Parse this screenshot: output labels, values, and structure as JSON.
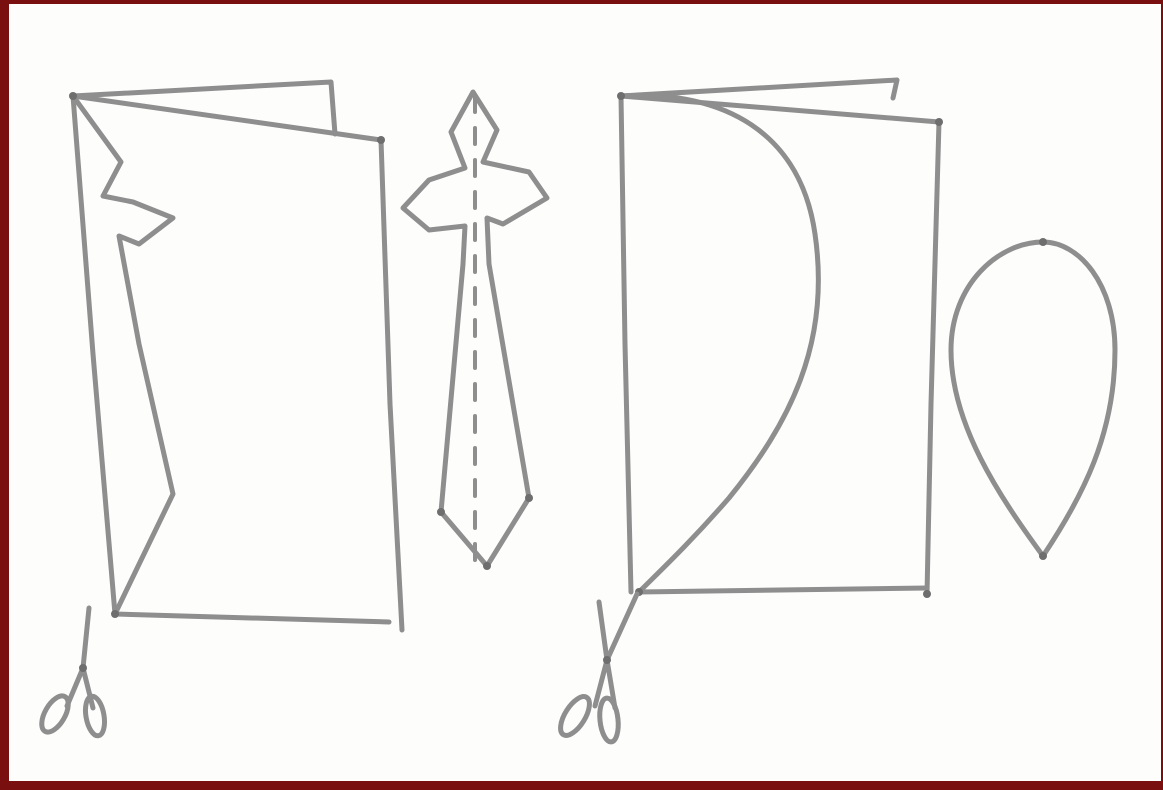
{
  "figure": {
    "panels": [
      {
        "id": "tie",
        "folded_sheet": "folded-paper-tie",
        "cut_shape": "tie-shape",
        "tool": "scissors-icon"
      },
      {
        "id": "drop",
        "folded_sheet": "folded-paper-drop",
        "cut_shape": "drop-shape",
        "tool": "scissors-icon"
      }
    ],
    "colors": {
      "border": "#7a0f10",
      "paper": "#fdfdfc",
      "pencil": "#8e8e8e"
    }
  }
}
